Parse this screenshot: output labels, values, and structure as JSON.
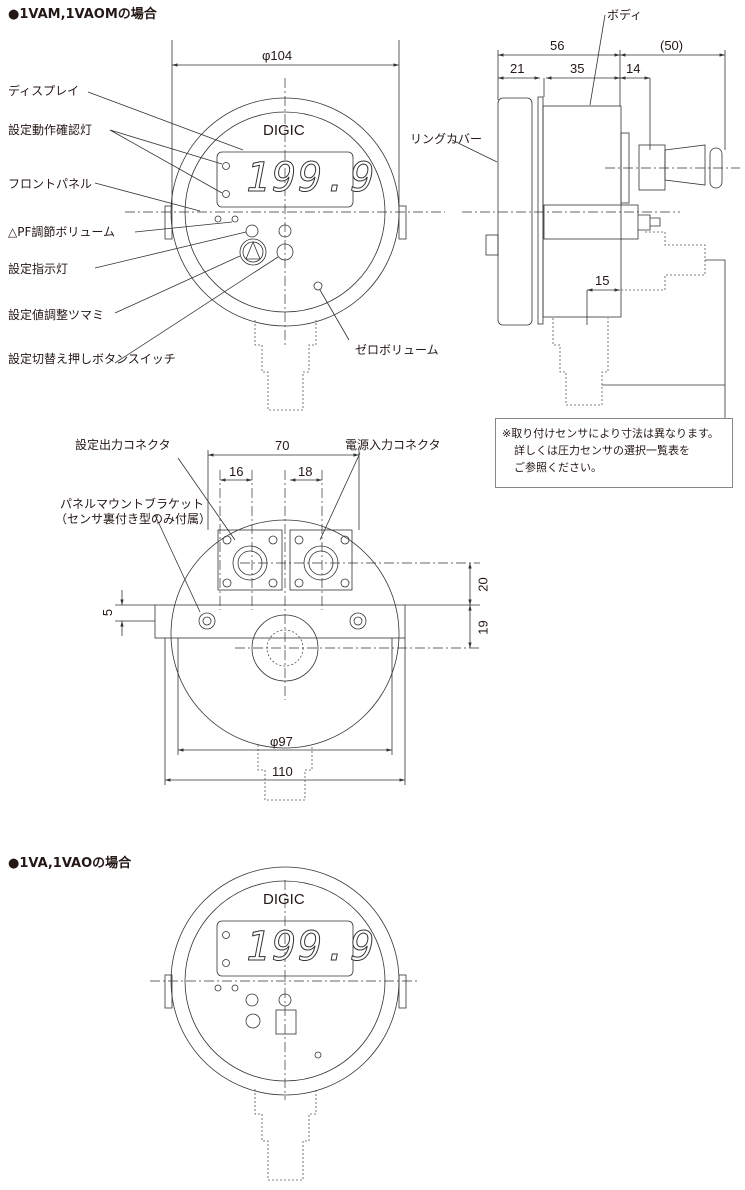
{
  "section1": {
    "title": "●1VAM,1VAOMの場合"
  },
  "section2": {
    "title": "●1VA,1VAOの場合"
  },
  "front": {
    "brand": "DIGIC",
    "display": "199.9",
    "dim_diameter": "φ104"
  },
  "labels": {
    "display": "ディスプレイ",
    "confirm_lamp": "設定動作確認灯",
    "front_panel": "フロントパネル",
    "pf_volume": "△PF調節ボリューム",
    "indicator": "設定指示灯",
    "knob": "設定値調整ツマミ",
    "switch": "設定切替え押しボタンスイッチ",
    "zero_volume": "ゼロボリューム",
    "body": "ボディ",
    "ring_cover": "リングカバー",
    "output_connector": "設定出力コネクタ",
    "power_connector": "電源入力コネクタ",
    "bracket_line1": "パネルマウントブラケット",
    "bracket_line2": "（センサ裏付き型のみ付属）"
  },
  "side_dims": {
    "d56": "56",
    "d21": "21",
    "d35": "35",
    "d14": "14",
    "d50": "(50)",
    "d15": "15"
  },
  "back_dims": {
    "d70": "70",
    "d16": "16",
    "d18": "18",
    "d20": "20",
    "d19": "19",
    "d5": "5",
    "d97": "φ97",
    "d110": "110"
  },
  "note": {
    "line1": "※取り付けセンサにより寸法は異なります。",
    "line2": "詳しくは圧力センサの選択一覧表を",
    "line3": "ご参照ください。"
  }
}
